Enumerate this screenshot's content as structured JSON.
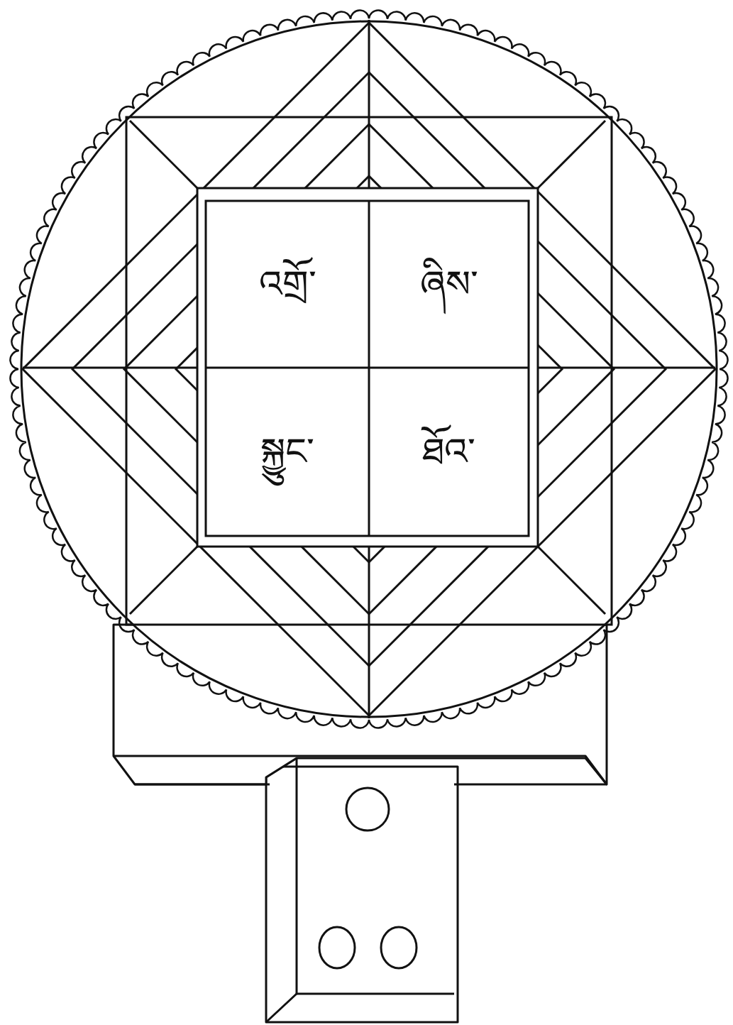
{
  "diagram": {
    "nodes": [
      {
        "text": [
          "འགྲོ་"
        ]
      },
      {
        "text": [
          "ཞིས་"
        ]
      },
      {
        "text": [
          "སྐྱུང་"
        ]
      },
      {
        "text": [
          "ཐོའ་"
        ]
      }
    ]
  }
}
